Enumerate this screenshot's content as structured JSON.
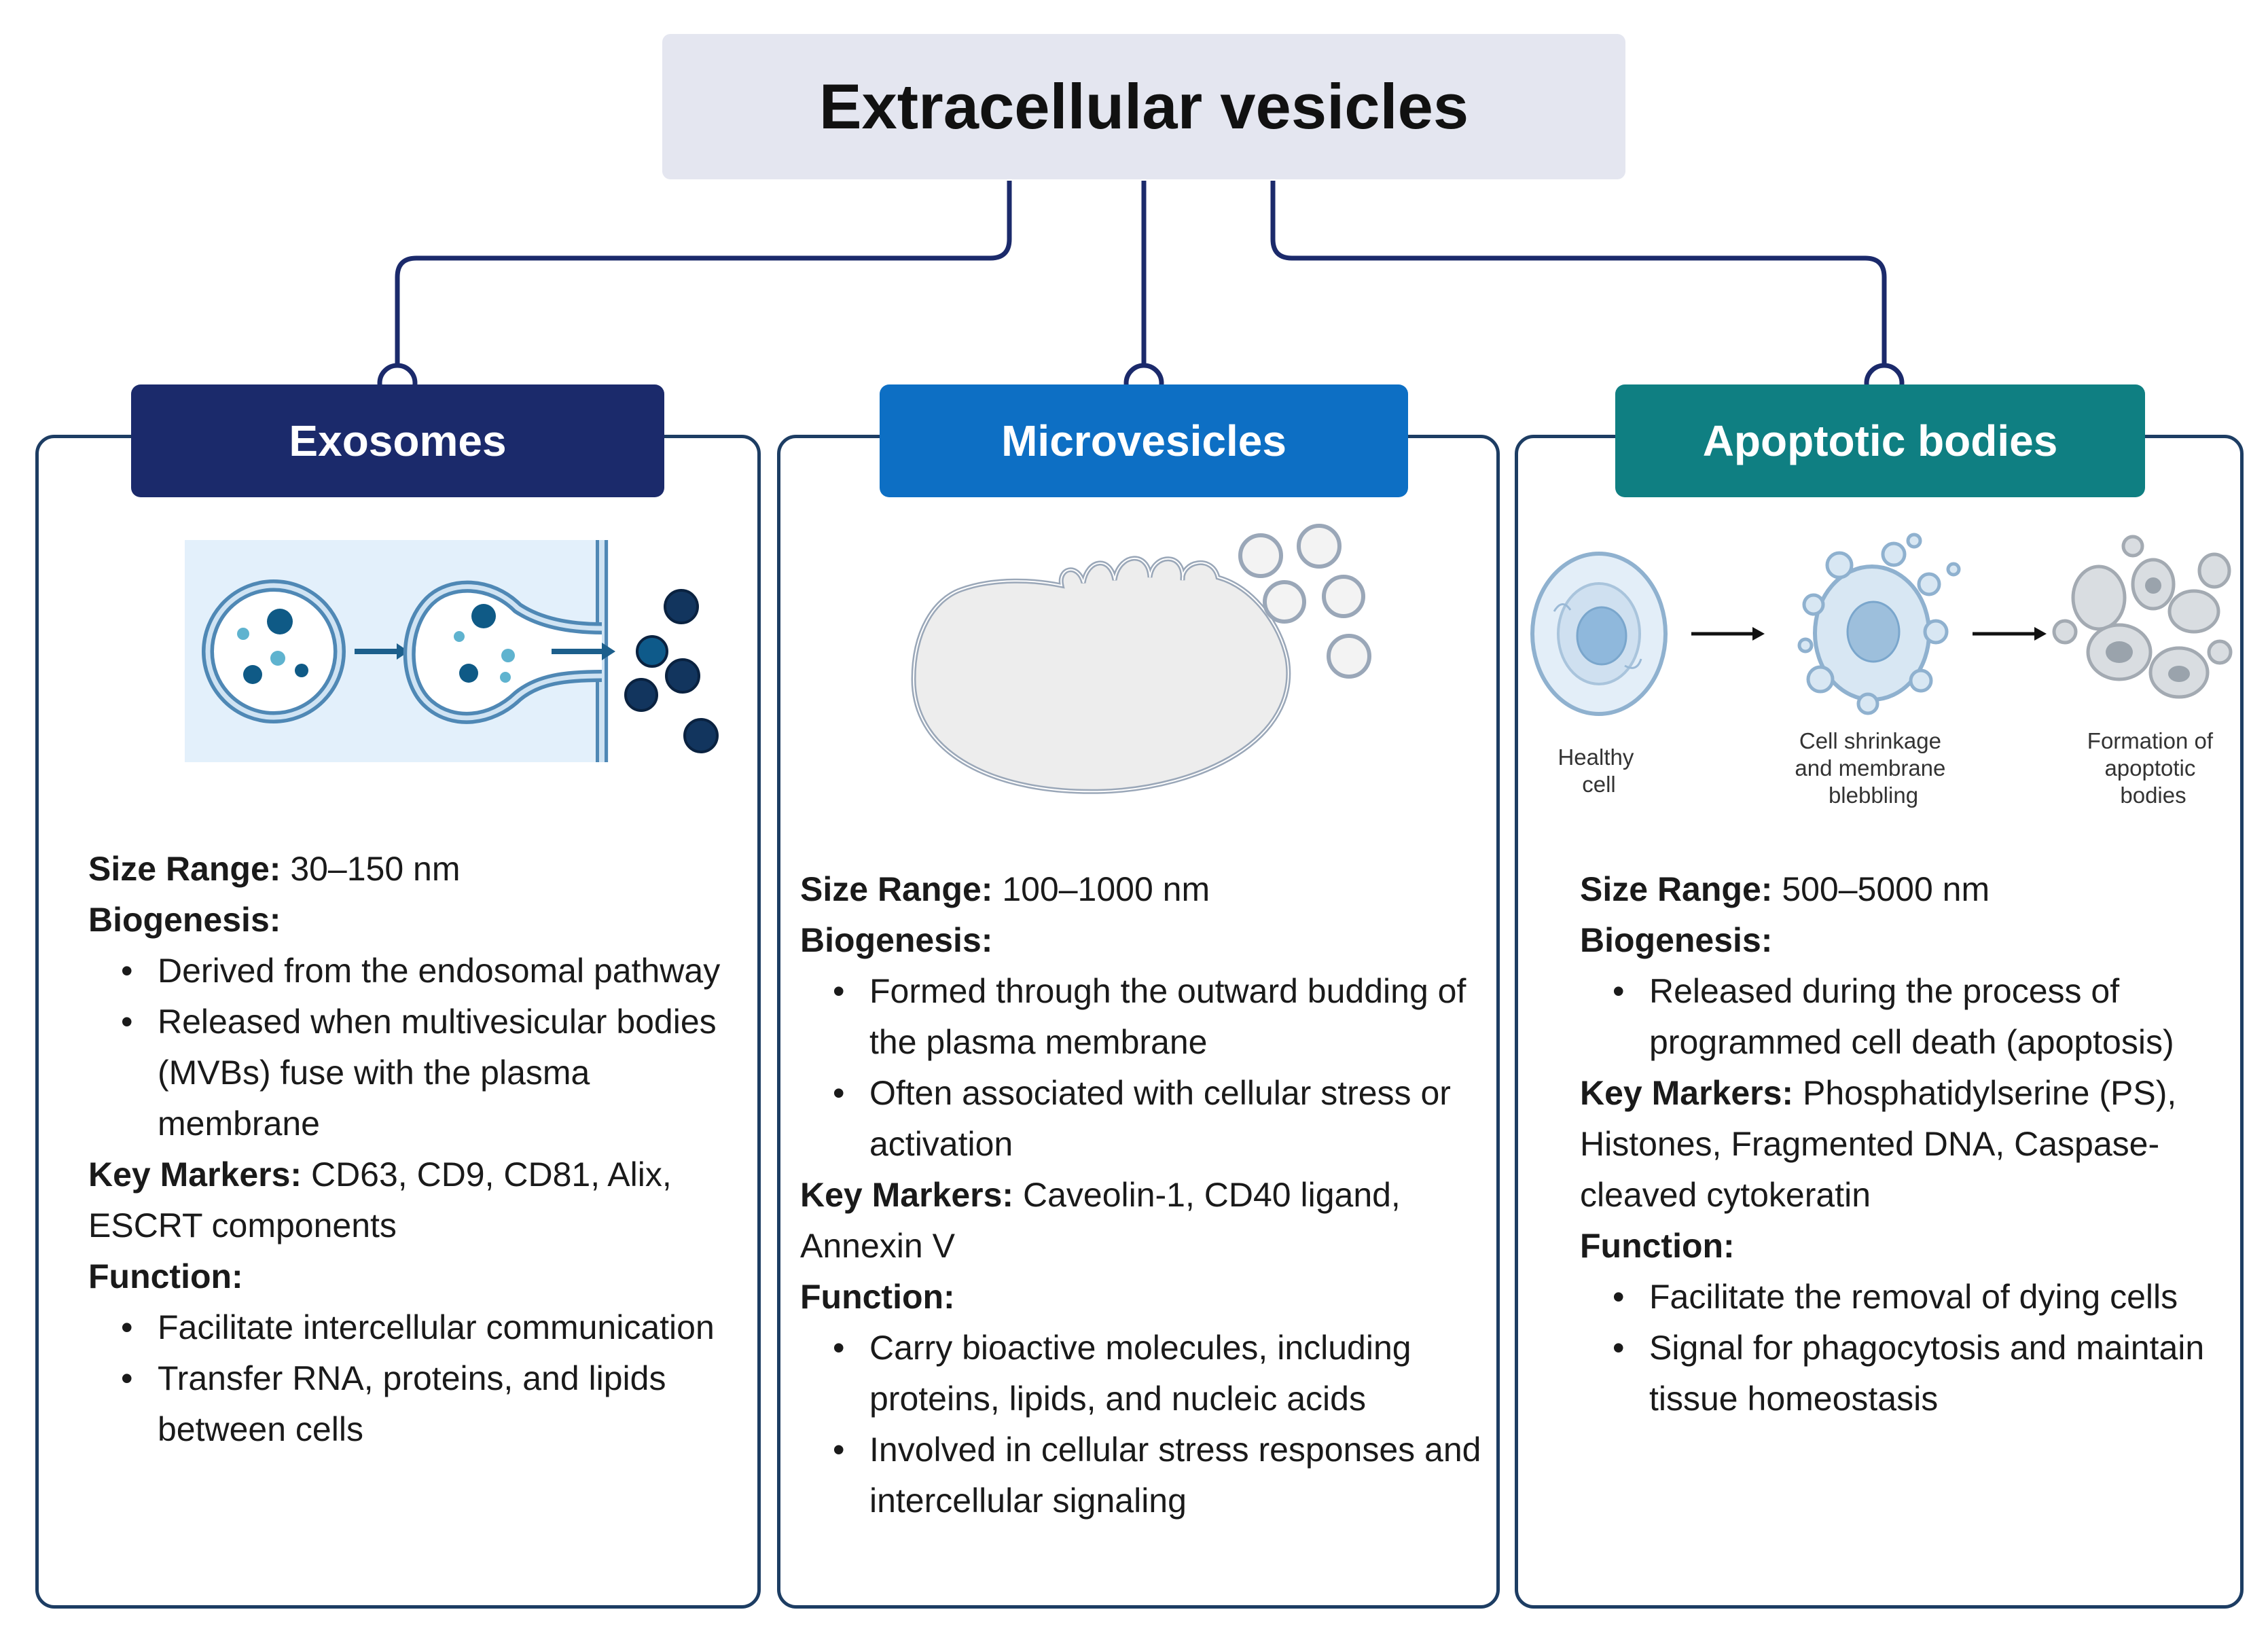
{
  "title": "Extracellular vesicles",
  "colors": {
    "connector": "#1b2a6b",
    "exosomes": "#1b2a6b",
    "microvesicles": "#0d6fc4",
    "apoptotic": "#0f7f82",
    "panel_border": "#1d3d63"
  },
  "panels": [
    {
      "header": "Exosomes",
      "size_label": "Size Range:",
      "size_value": "30–150 nm",
      "biogenesis_label": "Biogenesis:",
      "biogenesis": [
        "Derived from the endosomal pathway",
        "Released when multivesicular bodies (MVBs) fuse with the plasma membrane"
      ],
      "markers_label": "Key Markers:",
      "markers_value": "CD63, CD9, CD81, Alix, ESCRT components",
      "function_label": "Function:",
      "function": [
        "Facilitate intercellular communication",
        "Transfer RNA, proteins, and lipids between cells"
      ]
    },
    {
      "header": "Microvesicles",
      "size_label": "Size Range:",
      "size_value": "100–1000 nm",
      "biogenesis_label": "Biogenesis:",
      "biogenesis": [
        "Formed through the outward budding of the plasma membrane",
        "Often associated with cellular stress or activation"
      ],
      "markers_label": "Key Markers:",
      "markers_value": "Caveolin-1, CD40 ligand, Annexin V",
      "function_label": "Function:",
      "function": [
        "Carry bioactive molecules, including proteins, lipids, and nucleic acids",
        "Involved in cellular stress responses and intercellular signaling"
      ]
    },
    {
      "header": "Apoptotic bodies",
      "stages": [
        {
          "line1": "Healthy",
          "line2": "cell",
          "line3": ""
        },
        {
          "line1": "Cell shrinkage",
          "line2": "and membrane",
          "line3": "blebbling"
        },
        {
          "line1": "Formation of",
          "line2": "apoptotic",
          "line3": "bodies"
        }
      ],
      "size_label": "Size Range:",
      "size_value": "500–5000 nm",
      "biogenesis_label": "Biogenesis:",
      "biogenesis": [
        "Released during the process of programmed cell death (apoptosis)"
      ],
      "markers_label": "Key Markers:",
      "markers_value": "Phosphatidylserine (PS), Histones, Fragmented DNA, Caspase-cleaved cytokeratin",
      "function_label": "Function:",
      "function": [
        "Facilitate the removal of dying cells",
        "Signal for phagocytosis and maintain tissue homeostasis"
      ]
    }
  ]
}
